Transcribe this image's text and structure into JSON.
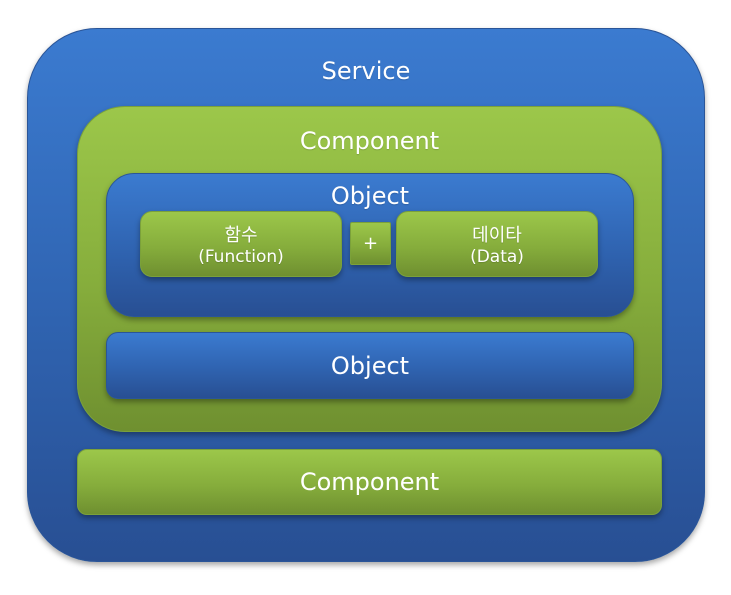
{
  "service": {
    "label": "Service"
  },
  "component_outer": {
    "label": "Component"
  },
  "object_top": {
    "label": "Object",
    "function_box": {
      "line1": "함수",
      "line2": "(Function)"
    },
    "plus": "+",
    "data_box": {
      "line1": "데이타",
      "line2": "(Data)"
    }
  },
  "object_bottom": {
    "label": "Object"
  },
  "component_bottom": {
    "label": "Component"
  },
  "colors": {
    "blue": "#2f63b0",
    "green": "#8bb43f",
    "text": "#ffffff"
  }
}
